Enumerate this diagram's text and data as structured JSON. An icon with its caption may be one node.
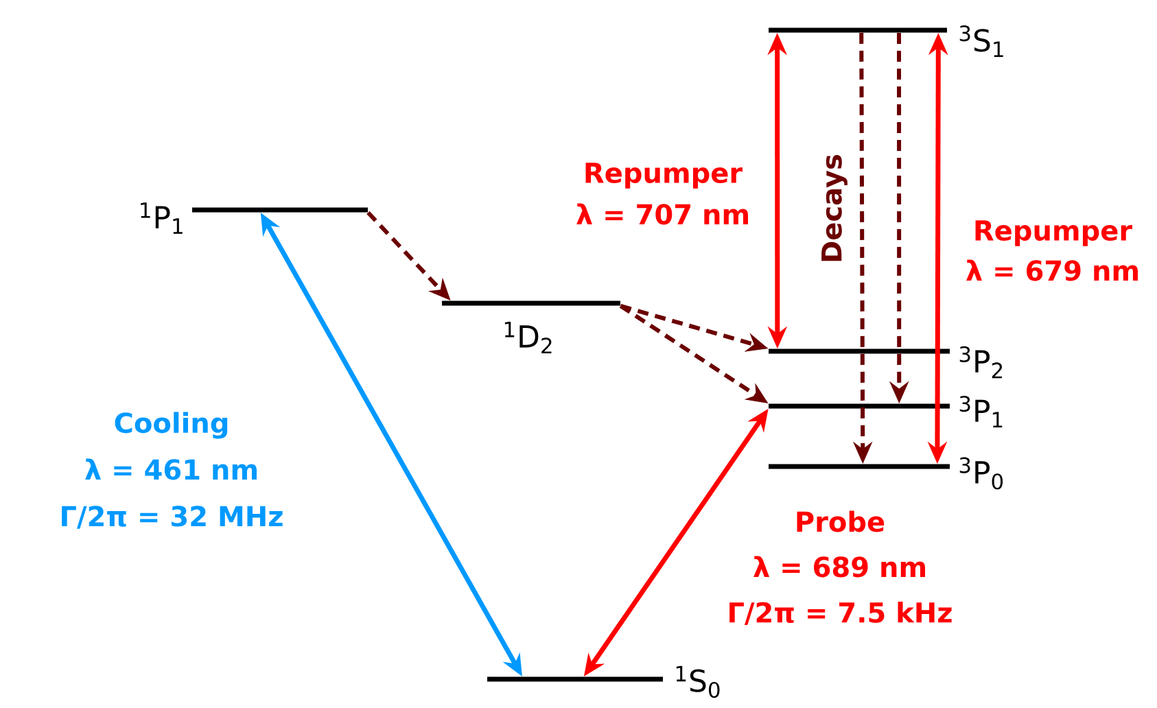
{
  "diagram": {
    "nodes": [
      {
        "text": [],
        "shape": "bar",
        "beside": [
          "$^{3}$S$_{1}$"
        ]
      },
      {
        "text": [],
        "shape": "bar",
        "beside": [
          "$^{1}$P$_{1}$"
        ]
      },
      {
        "text": [],
        "shape": "bar",
        "beside": [
          "$^{1}$D$_{2}$"
        ]
      },
      {
        "text": [],
        "shape": "bar",
        "beside": [
          "$^{3}$P$_{2}$"
        ]
      },
      {
        "text": [],
        "shape": "bar",
        "beside": [
          "$^{3}$P$_{1}$"
        ]
      },
      {
        "text": [],
        "shape": "bar",
        "beside": [
          "$^{3}$P$_{0}$"
        ]
      },
      {
        "text": [],
        "shape": "bar",
        "beside": [
          "$^{1}$S$_{0}$"
        ]
      }
    ],
    "edges": [
      {
        "from": 1,
        "to": 6,
        "arrow": "both",
        "color": "#0099ff"
      },
      {
        "from": 1,
        "to": 2,
        "arrow": "to",
        "style": "dashed",
        "color": "#6b0000"
      },
      {
        "from": 2,
        "to": 3,
        "arrow": "to",
        "style": "dashed",
        "color": "#6b0000"
      },
      {
        "from": 2,
        "to": 4,
        "arrow": "to",
        "style": "dashed",
        "color": "#6b0000"
      },
      {
        "from": 0,
        "to": 3,
        "arrow": "both",
        "color": "#ff0000"
      },
      {
        "from": 0,
        "to": 5,
        "arrow": "both",
        "color": "#ff0000"
      },
      {
        "from": 0,
        "to": 5,
        "arrow": "to",
        "style": "dashed",
        "color": "#6b0000"
      },
      {
        "from": 0,
        "to": 4,
        "arrow": "to",
        "style": "dashed",
        "color": "#6b0000"
      },
      {
        "from": 6,
        "to": 4,
        "arrow": "both",
        "color": "#ff0000"
      }
    ],
    "labels": [
      "Repumper",
      "λ = 707 nm",
      "Decays",
      "Repumper",
      "λ = 679 nm",
      "Cooling",
      "λ = 461 nm",
      "Γ/2π = 32 MHz",
      "Probe",
      "λ = 689 nm",
      "Γ/2π = 7.5 kHz"
    ]
  }
}
